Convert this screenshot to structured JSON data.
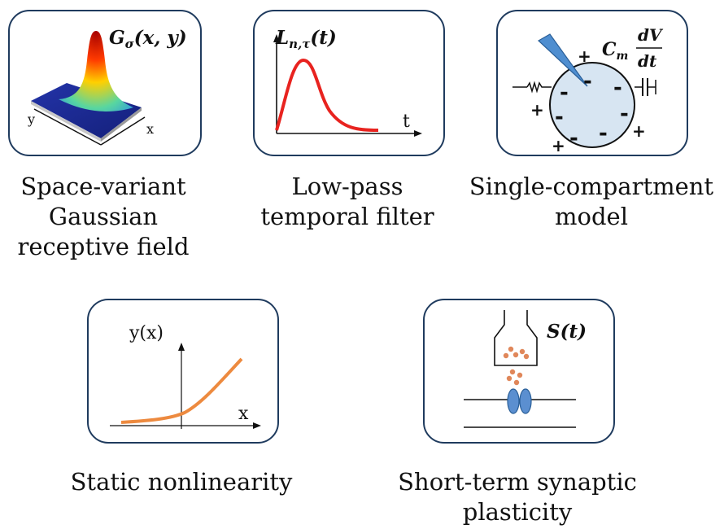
{
  "panels": [
    {
      "id": "gaussian",
      "formula": "Gσ(x, y)",
      "formula_parts": [
        "G",
        "σ",
        "(x, y)"
      ],
      "axis_x": "x",
      "axis_y": "y",
      "caption": [
        "Space-variant",
        "Gaussian",
        "receptive field"
      ]
    },
    {
      "id": "lowpass",
      "formula": "Ln,τ(t)",
      "formula_parts": [
        "L",
        "n,τ",
        "(t)"
      ],
      "axis_x": "t",
      "caption": [
        "Low-pass",
        "temporal filter"
      ]
    },
    {
      "id": "compartment",
      "formula": "Cm dV/dt",
      "formula_parts": [
        "C",
        "m",
        "dV",
        "dt"
      ],
      "signs": {
        "plus": "+",
        "minus": "-"
      },
      "caption": [
        "Single-compartment",
        "model"
      ]
    },
    {
      "id": "nonlinearity",
      "axis_y": "y(x)",
      "axis_x": "x",
      "caption": [
        "Static nonlinearity"
      ]
    },
    {
      "id": "synaptic",
      "formula": "S(t)",
      "caption": [
        "Short-term synaptic",
        "plasticity"
      ]
    }
  ],
  "colors": {
    "panel_border": "#1f3b5e",
    "filter_curve": "#e8231f",
    "nonlinearity_curve": "#ed8a3f",
    "cell_fill": "#d7e5f2",
    "electrode": "#4f8ed0",
    "vesicle": "#e0875a",
    "receptor": "#5b8fd0"
  }
}
